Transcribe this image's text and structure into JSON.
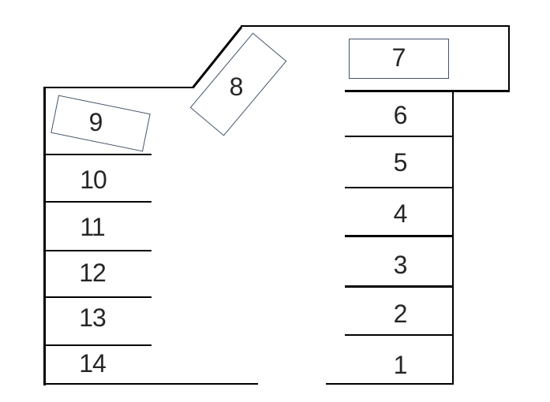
{
  "diagram": {
    "type": "parking-lot-layout",
    "background": "#ffffff",
    "line-color": "#000000",
    "box-outline-color": "#44546A",
    "label-color": "#262626"
  },
  "spaces": {
    "boxed": [
      {
        "label": "7"
      },
      {
        "label": "8"
      },
      {
        "label": "9"
      }
    ],
    "right_column": [
      {
        "label": "6"
      },
      {
        "label": "5"
      },
      {
        "label": "4"
      },
      {
        "label": "3"
      },
      {
        "label": "2"
      },
      {
        "label": "1"
      }
    ],
    "left_column": [
      {
        "label": "10"
      },
      {
        "label": "11"
      },
      {
        "label": "12"
      },
      {
        "label": "13"
      },
      {
        "label": "14"
      }
    ]
  }
}
